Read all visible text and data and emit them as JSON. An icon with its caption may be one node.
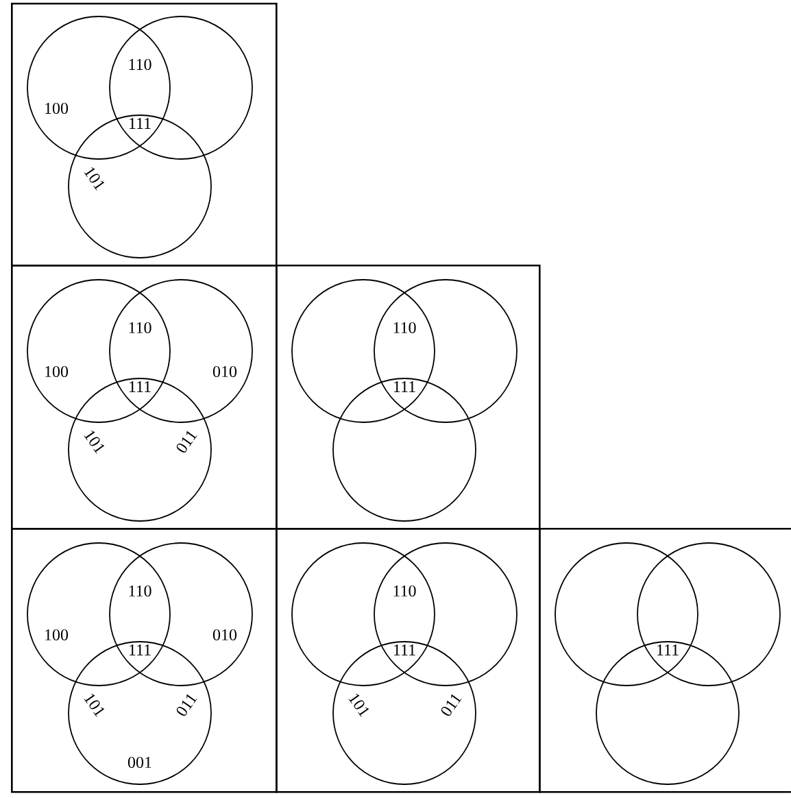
{
  "diagram": {
    "nodes": [
      {
        "text": [
          "100",
          "110",
          "111",
          "101"
        ]
      },
      {
        "text": [
          "100",
          "110",
          "010",
          "111",
          "101",
          "011"
        ]
      },
      {
        "text": [
          "110",
          "111"
        ]
      },
      {
        "text": [
          "100",
          "110",
          "010",
          "111",
          "101",
          "011",
          "001"
        ]
      },
      {
        "text": [
          "110",
          "111",
          "101",
          "011"
        ]
      },
      {
        "text": [
          "111"
        ]
      }
    ]
  }
}
